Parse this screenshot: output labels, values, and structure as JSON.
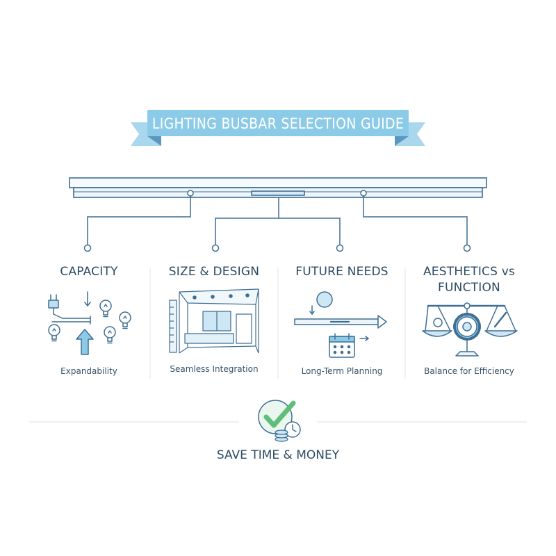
{
  "banner": {
    "title": "LIGHTING BUSBAR SELECTION GUIDE"
  },
  "colors": {
    "accent": "#8ccbe8",
    "line": "#3f6e93",
    "green": "#5fbf7a",
    "text": "#2a4a63"
  },
  "sections": [
    {
      "title": "CAPACITY",
      "caption": "Expandability",
      "icon": "bulbs-expansion-icon"
    },
    {
      "title": "SIZE & DESIGN",
      "caption": "Seamless Integration",
      "icon": "room-sketch-icon"
    },
    {
      "title": "FUTURE NEEDS",
      "caption": "Long-Term Planning",
      "icon": "calendar-planning-icon"
    },
    {
      "title_line1": "AESTHETICS vs",
      "title_line2": "FUNCTION",
      "caption": "Balance for Efficiency",
      "icon": "balance-scale-icon"
    }
  ],
  "footer": {
    "title": "SAVE TIME & MONEY",
    "icon": "checkmark-clock-coins-icon"
  }
}
